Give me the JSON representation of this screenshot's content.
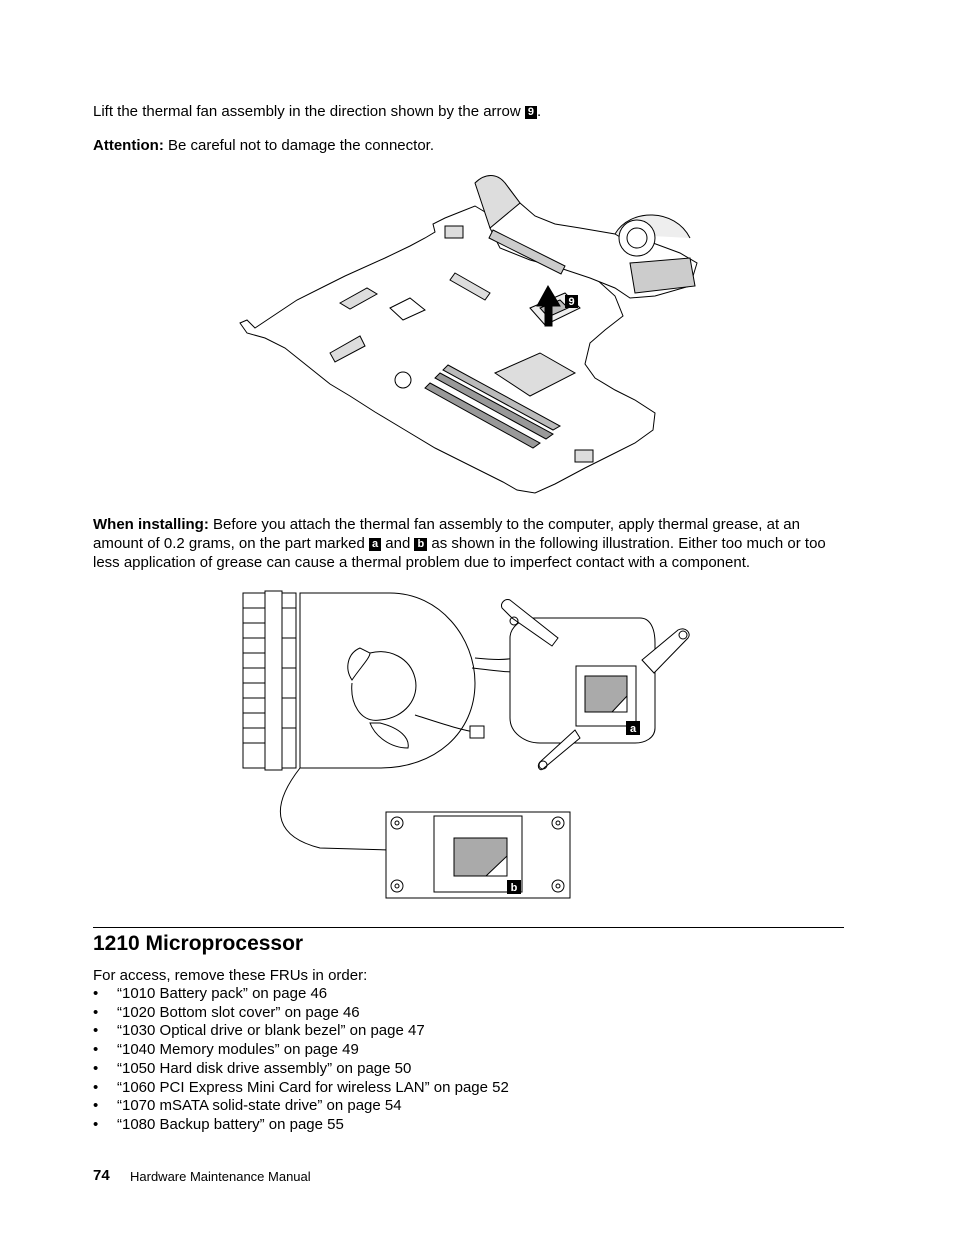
{
  "step": {
    "text": "Lift the thermal fan assembly in the direction shown by the arrow",
    "callout": "9",
    "end": "."
  },
  "attention": {
    "label": "Attention:",
    "text": "Be careful not to damage the connector."
  },
  "figure1": {
    "callout": "9"
  },
  "installing": {
    "label": "When installing:",
    "text1": "Before you attach the thermal fan assembly to the computer, apply thermal grease, at an amount of 0.2 grams, on the part marked",
    "callout_a": "a",
    "and": "and",
    "callout_b": "b",
    "text2": "as shown in the following illustration. Either too much or too less application of grease can cause a thermal problem due to imperfect contact with a component."
  },
  "figure2": {
    "callout_a": "a",
    "callout_b": "b"
  },
  "section": {
    "title": "1210 Microprocessor",
    "intro": "For access, remove these FRUs in order:",
    "bullet": "•",
    "items": [
      "“1010 Battery pack” on page 46",
      "“1020 Bottom slot cover” on page 46",
      "“1030 Optical drive or blank bezel” on page 47",
      "“1040 Memory modules” on page 49",
      "“1050 Hard disk drive assembly” on page 50",
      "“1060 PCI Express Mini Card for wireless LAN” on page 52",
      "“1070 mSATA solid-state drive” on page 54",
      "“1080 Backup battery” on page 55"
    ]
  },
  "footer": {
    "page_number": "74",
    "title": "Hardware Maintenance Manual"
  }
}
